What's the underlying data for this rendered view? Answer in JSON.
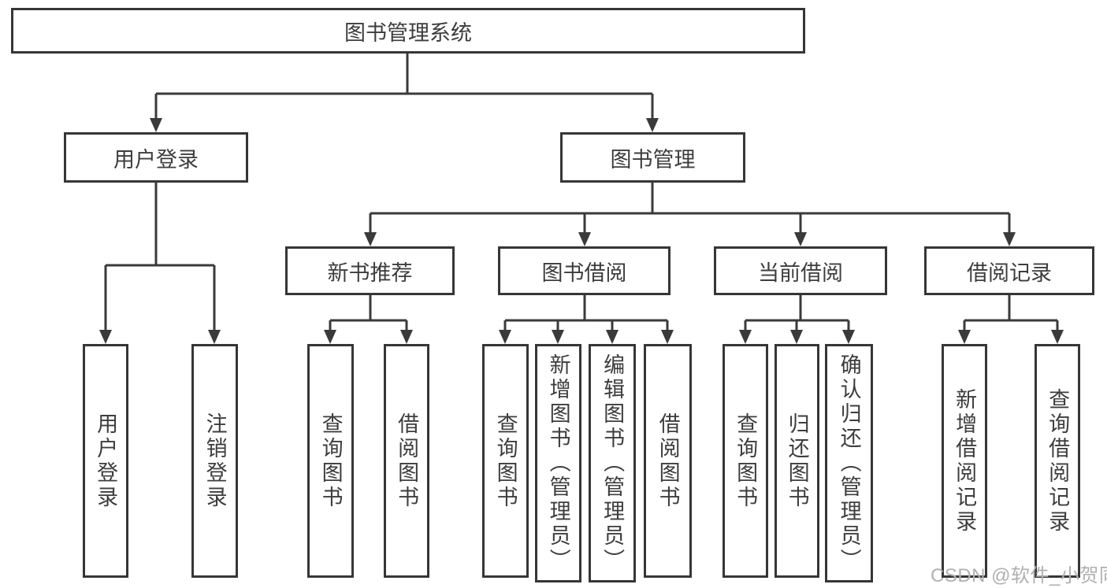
{
  "colors": {
    "line": "#3a3a3a",
    "box_border": "#363636",
    "text": "#3d3d3d",
    "watermark": "#b0b0b0",
    "background": "#ffffff"
  },
  "watermark": {
    "text": "CSDN @软件_小贺同学"
  },
  "tree": {
    "root": {
      "label": "图书管理系统",
      "children": [
        {
          "label": "用户登录",
          "children": [
            {
              "label": "用户登录"
            },
            {
              "label": "注销登录"
            }
          ]
        },
        {
          "label": "图书管理",
          "children": [
            {
              "label": "新书推荐",
              "children": [
                {
                  "label": "查询图书"
                },
                {
                  "label": "借阅图书"
                }
              ]
            },
            {
              "label": "图书借阅",
              "children": [
                {
                  "label": "查询图书"
                },
                {
                  "label": "新增图书（管理员）"
                },
                {
                  "label": "编辑图书（管理员）"
                },
                {
                  "label": "借阅图书"
                }
              ]
            },
            {
              "label": "当前借阅",
              "children": [
                {
                  "label": "查询图书"
                },
                {
                  "label": "归还图书"
                },
                {
                  "label": "确认归还（管理员）"
                }
              ]
            },
            {
              "label": "借阅记录",
              "children": [
                {
                  "label": "新增借阅记录"
                },
                {
                  "label": "查询借阅记录"
                }
              ]
            }
          ]
        }
      ]
    }
  }
}
